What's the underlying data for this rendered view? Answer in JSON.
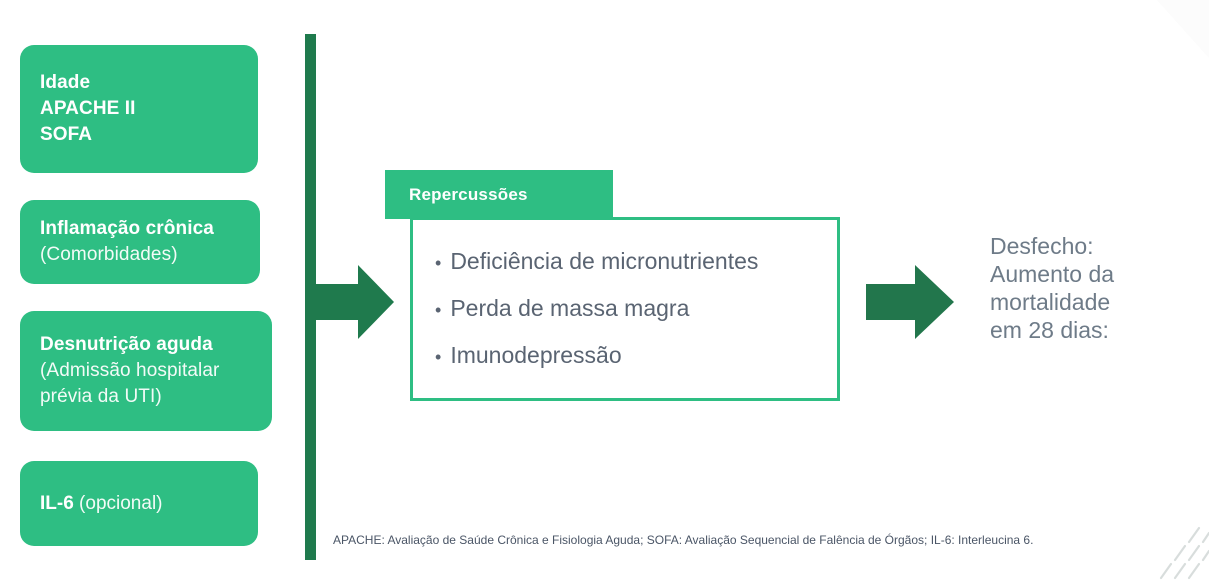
{
  "colors": {
    "brand_green": "#2EBE83",
    "dark_green": "#1F7A4D",
    "body_text": "#5A6472",
    "outcome_text": "#6E7B88",
    "footnote_text": "#4A5566",
    "box_text": "#FFFFFF"
  },
  "factors": [
    {
      "name": "risk-factors-clinical",
      "lines": [
        {
          "text": "Idade",
          "weight": "bold"
        },
        {
          "text": "APACHE II",
          "weight": "bold"
        },
        {
          "text": "SOFA",
          "weight": "bold"
        }
      ]
    },
    {
      "name": "risk-factor-inflammation",
      "lines": [
        {
          "text": "Inflamação crônica",
          "weight": "bold"
        },
        {
          "text": "(Comorbidades)",
          "weight": "light"
        }
      ]
    },
    {
      "name": "risk-factor-malnutrition",
      "lines": [
        {
          "text": "Desnutrição aguda",
          "weight": "bold"
        },
        {
          "text": "(Admissão hospitalar",
          "weight": "light"
        },
        {
          "text": "prévia da UTI)",
          "weight": "light"
        }
      ]
    },
    {
      "name": "risk-factor-il6",
      "inline": {
        "bold": "IL-6",
        "normal": " (opcional)"
      }
    }
  ],
  "card": {
    "tab_label": "Repercussões",
    "bullet_glyph": "•",
    "items": [
      "Deficiência de micronutrientes",
      "Perda de massa magra",
      "Imunodepressão"
    ]
  },
  "outcome": {
    "lines": [
      "Desfecho:",
      "Aumento da",
      "mortalidade",
      "em 28 dias:"
    ]
  },
  "footnote": {
    "text": "APACHE: Avaliação de Saúde Crônica e Fisiologia Aguda; SOFA: Avaliação Sequencial de Falência de Órgãos; IL-6: Interleucina 6."
  }
}
